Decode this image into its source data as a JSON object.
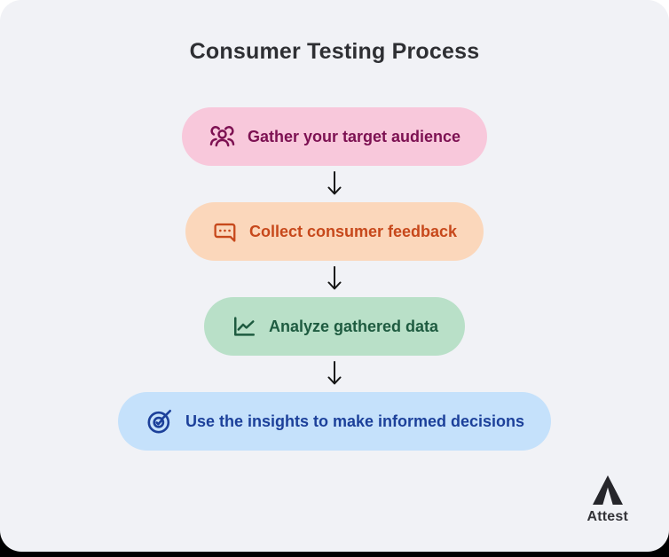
{
  "page": {
    "panel_bg": "#f1f2f6",
    "outer_top": "#ffffff",
    "outer_bottom": "#000000"
  },
  "title": "Consumer Testing Process",
  "title_color": "#2e2f33",
  "steps": [
    {
      "label": "Gather your target audience",
      "icon": "audience-icon",
      "bg": "#f8c8db",
      "fg": "#7d1152"
    },
    {
      "label": "Collect consumer feedback",
      "icon": "chat-bubble-icon",
      "bg": "#fbd7bb",
      "fg": "#c7481b"
    },
    {
      "label": "Analyze gathered data",
      "icon": "line-chart-icon",
      "bg": "#b9e0c8",
      "fg": "#1e5b40"
    },
    {
      "label": "Use the insights to make informed decisions",
      "icon": "target-check-icon",
      "bg": "#c5e1fb",
      "fg": "#1c409a"
    }
  ],
  "arrow": {
    "direction": "down",
    "color": "#151515"
  },
  "logo": {
    "text": "Attest",
    "mark_color": "#26262b",
    "text_color": "#333338"
  }
}
